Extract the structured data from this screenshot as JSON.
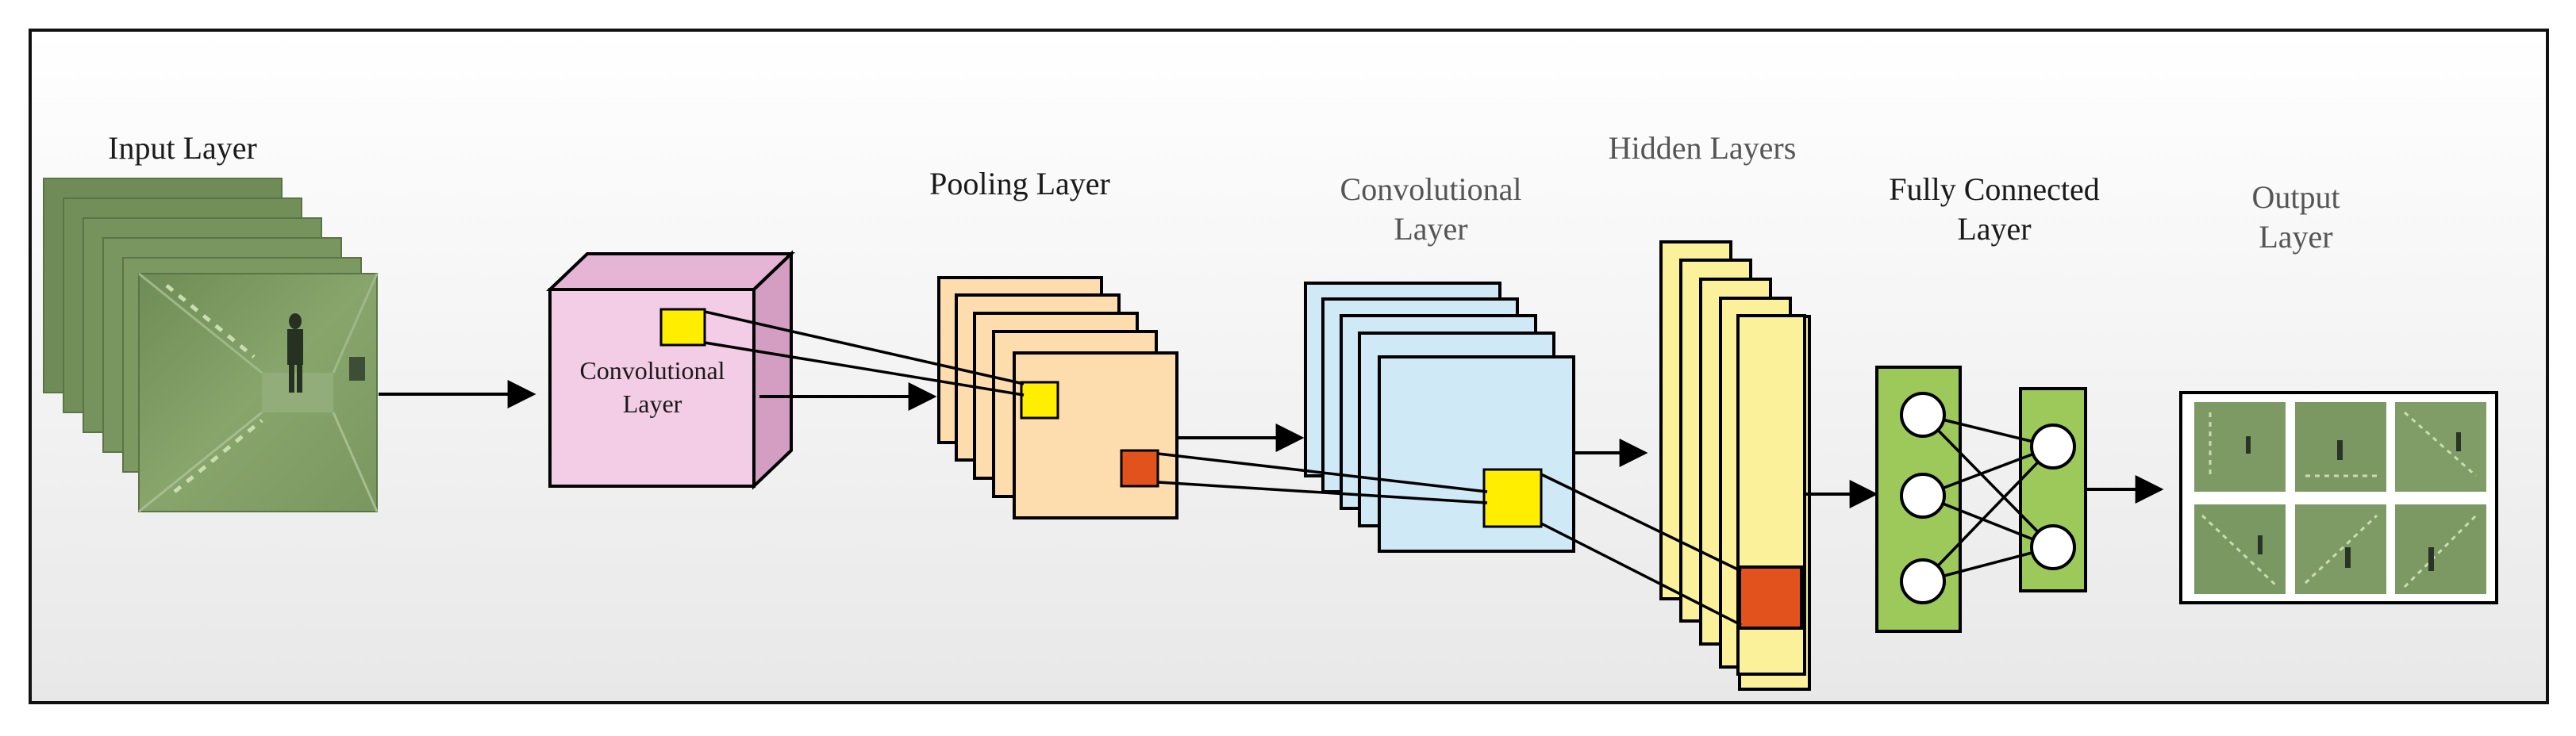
{
  "labels": {
    "input_layer": "Input Layer",
    "conv_layer_cube_line1": "Convolutional",
    "conv_layer_cube_line2": "Layer",
    "pooling_layer": "Pooling Layer",
    "conv_layer2_line1": "Convolutional",
    "conv_layer2_line2": "Layer",
    "hidden_layers": "Hidden Layers",
    "fc_line1": "Fully Connected",
    "fc_line2": "Layer",
    "output_line1": "Output",
    "output_line2": "Layer"
  },
  "colors": {
    "frame_bg_top": "#ffffff",
    "frame_bg_bottom": "#e9e9e9",
    "conv_cube": "#f3cde6",
    "pooling": "#fddcae",
    "conv2": "#cfe9f6",
    "hidden": "#fbf19a",
    "fc": "#9cc95a",
    "kernel_yellow": "#ffee00",
    "kernel_red": "#e2521c",
    "image_green": "#7c9a62"
  }
}
